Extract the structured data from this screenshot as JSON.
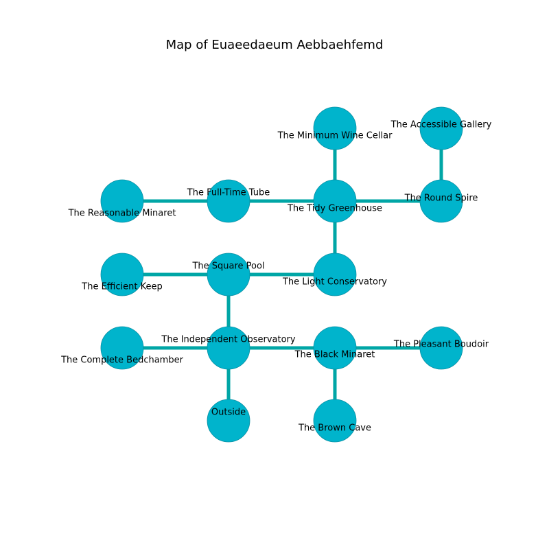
{
  "title": "Map of Euaeedaeum Aebbaehfemd",
  "colors": {
    "node_fill": "#00b4cc",
    "node_stroke": "#0a8fa3",
    "edge": "#00a6a6",
    "text": "#000000",
    "background": "#ffffff"
  },
  "rooms": [
    {
      "id": "minimum-wine-cellar",
      "label": "The Minimum Wine Cellar",
      "col": 2,
      "row": 0
    },
    {
      "id": "accessible-gallery",
      "label": "The Accessible Gallery",
      "col": 3,
      "row": 0
    },
    {
      "id": "reasonable-minaret",
      "label": "The Reasonable Minaret",
      "col": 0,
      "row": 1
    },
    {
      "id": "full-time-tube",
      "label": "The Full-Time Tube",
      "col": 1,
      "row": 1
    },
    {
      "id": "tidy-greenhouse",
      "label": "The Tidy Greenhouse",
      "col": 2,
      "row": 1
    },
    {
      "id": "round-spire",
      "label": "The Round Spire",
      "col": 3,
      "row": 1
    },
    {
      "id": "efficient-keep",
      "label": "The Efficient Keep",
      "col": 0,
      "row": 2
    },
    {
      "id": "square-pool",
      "label": "The Square Pool",
      "col": 1,
      "row": 2
    },
    {
      "id": "light-conservatory",
      "label": "The Light Conservatory",
      "col": 2,
      "row": 2
    },
    {
      "id": "complete-bedchamber",
      "label": "The Complete Bedchamber",
      "col": 0,
      "row": 3
    },
    {
      "id": "independent-observatory",
      "label": "The Independent Observatory",
      "col": 1,
      "row": 3
    },
    {
      "id": "black-minaret",
      "label": "The Black Minaret",
      "col": 2,
      "row": 3
    },
    {
      "id": "pleasant-boudoir",
      "label": "The Pleasant Boudoir",
      "col": 3,
      "row": 3
    },
    {
      "id": "outside",
      "label": "Outside",
      "col": 1,
      "row": 4
    },
    {
      "id": "brown-cave",
      "label": "The Brown Cave",
      "col": 2,
      "row": 4
    }
  ],
  "connections": [
    [
      "minimum-wine-cellar",
      "tidy-greenhouse"
    ],
    [
      "accessible-gallery",
      "round-spire"
    ],
    [
      "reasonable-minaret",
      "full-time-tube"
    ],
    [
      "full-time-tube",
      "tidy-greenhouse"
    ],
    [
      "tidy-greenhouse",
      "round-spire"
    ],
    [
      "tidy-greenhouse",
      "light-conservatory"
    ],
    [
      "efficient-keep",
      "square-pool"
    ],
    [
      "square-pool",
      "light-conservatory"
    ],
    [
      "square-pool",
      "independent-observatory"
    ],
    [
      "complete-bedchamber",
      "independent-observatory"
    ],
    [
      "independent-observatory",
      "black-minaret"
    ],
    [
      "independent-observatory",
      "outside"
    ],
    [
      "black-minaret",
      "pleasant-boudoir"
    ],
    [
      "black-minaret",
      "brown-cave"
    ]
  ]
}
